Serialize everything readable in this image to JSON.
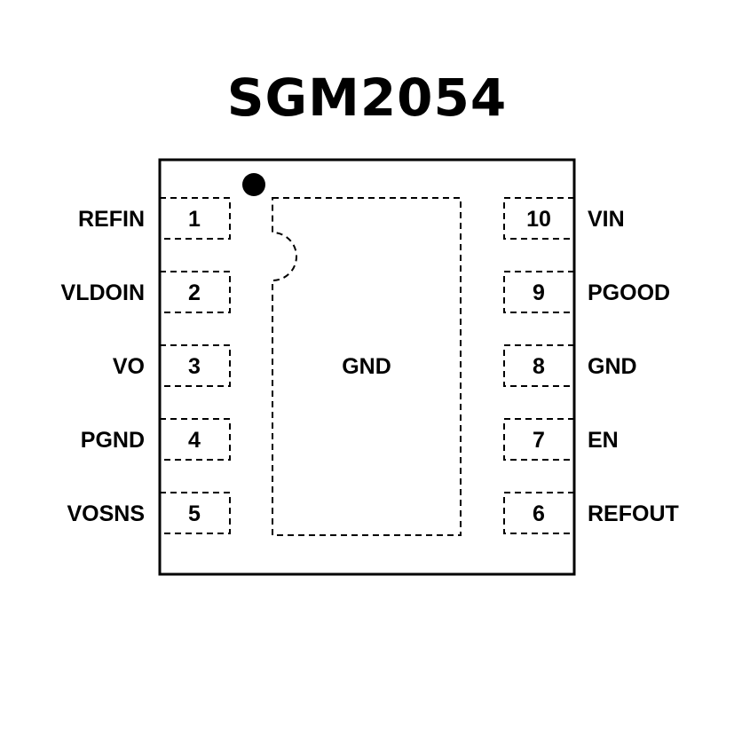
{
  "title": "SGM2054",
  "package": {
    "center_pad_label": "GND",
    "colors": {
      "outline": "#000000",
      "background": "#ffffff"
    },
    "left_pins": [
      {
        "number": "1",
        "name": "REFIN"
      },
      {
        "number": "2",
        "name": "VLDOIN"
      },
      {
        "number": "3",
        "name": "VO"
      },
      {
        "number": "4",
        "name": "PGND"
      },
      {
        "number": "5",
        "name": "VOSNS"
      }
    ],
    "right_pins": [
      {
        "number": "10",
        "name": "VIN"
      },
      {
        "number": "9",
        "name": "PGOOD"
      },
      {
        "number": "8",
        "name": "GND"
      },
      {
        "number": "7",
        "name": "EN"
      },
      {
        "number": "6",
        "name": "REFOUT"
      }
    ]
  }
}
